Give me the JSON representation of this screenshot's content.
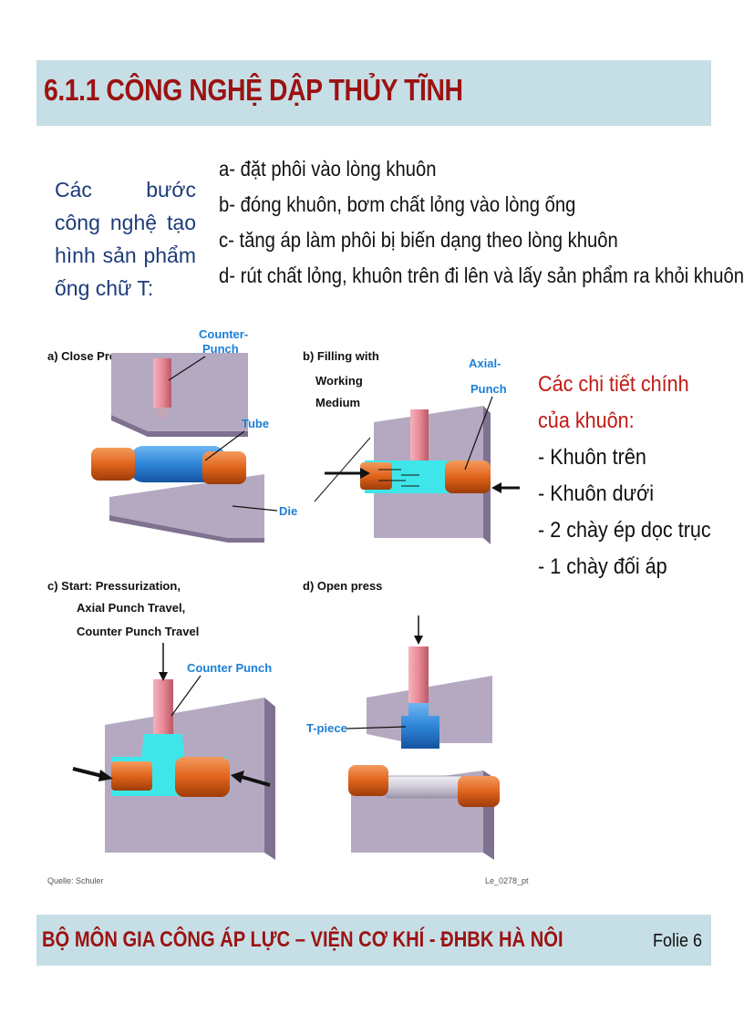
{
  "header": {
    "title": "6.1.1 CÔNG NGHỆ DẬP THỦY TĨNH"
  },
  "intro": "Các bước công nghệ tạo hình sản phẩm ống chữ T:",
  "steps": [
    "a- đặt phôi vào lòng khuôn",
    "b- đóng khuôn, bơm chất lỏng vào lòng ống",
    "c- tăng áp làm phôi bị biến dạng theo lòng khuôn",
    "d- rút chất lỏng, khuôn trên đi lên và lấy sản phẩm ra khỏi khuôn"
  ],
  "figure": {
    "a_title": "a) Close Press",
    "a_counter_punch_1": "Counter-",
    "a_counter_punch_2": "Punch",
    "a_tube": "Tube",
    "a_die": "Die",
    "b_title_1": "b) Filling with",
    "b_title_2": "Working",
    "b_title_3": "Medium",
    "b_axial_1": "Axial-",
    "b_axial_2": "Punch",
    "c_title_1": "c) Start: Pressurization,",
    "c_title_2": "Axial Punch Travel,",
    "c_title_3": "Counter Punch Travel",
    "c_counter_punch": "Counter Punch",
    "d_title": "d) Open press",
    "d_tpiece": "T-piece",
    "source": "Quelle: Schuler",
    "code": "Le_0278_pt"
  },
  "parts": {
    "heading_1": "Các chi tiết chính",
    "heading_2": "của khuôn:",
    "items": [
      "- Khuôn trên",
      "- Khuôn dưới",
      "- 2 chày ép dọc trục",
      "- 1 chày đối áp"
    ]
  },
  "footer": {
    "text": "BỘ MÔN GIA CÔNG ÁP LỰC – VIỆN CƠ KHÍ - ĐHBK HÀ NÔI",
    "slide": "Folie 6"
  },
  "colors": {
    "title": "#9c1212",
    "band": "#c6dfe6",
    "intro": "#1d3b7a",
    "die": "#b4a9c1",
    "punch": "#e88996",
    "tube": "#2f86d8",
    "axial": "#e0641c",
    "fluid": "#3ee6ea"
  }
}
